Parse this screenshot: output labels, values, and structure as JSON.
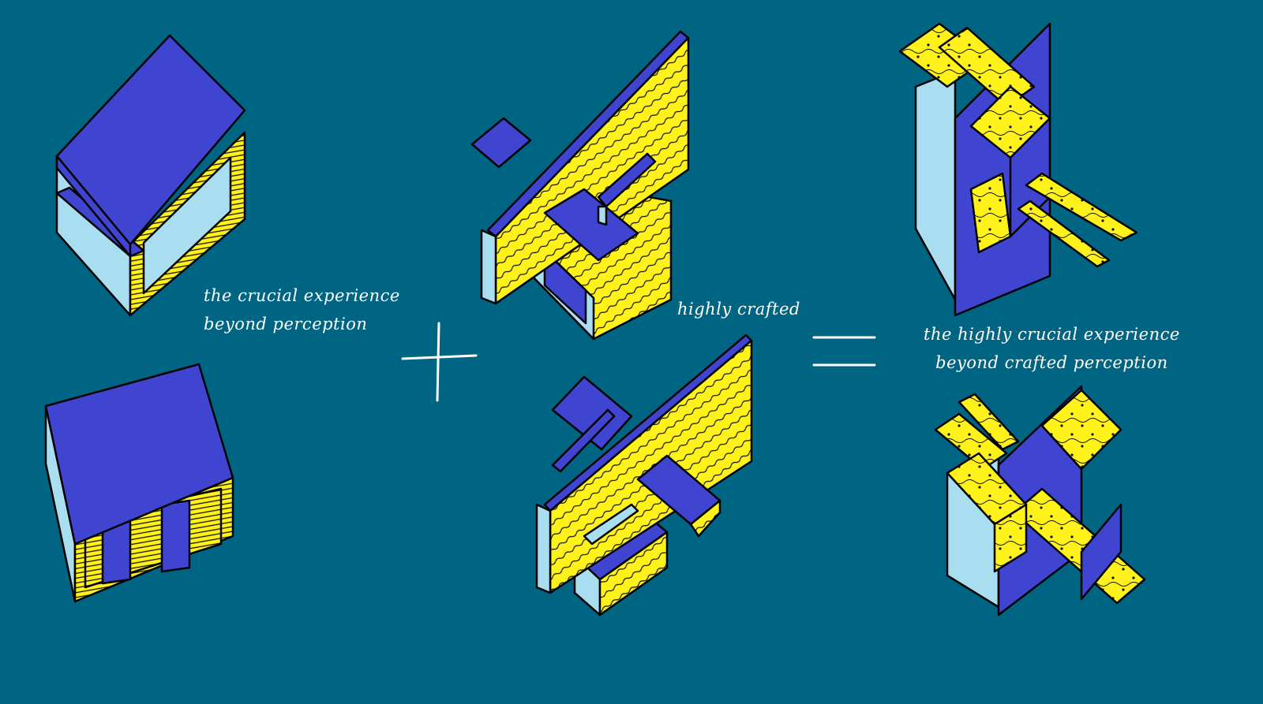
{
  "captions": {
    "left": {
      "line1": "the crucial experience",
      "line2": "beyond perception"
    },
    "middle": {
      "line1": "highly crafted"
    },
    "right": {
      "line1": "the highly crucial experience",
      "line2": "beyond crafted perception"
    }
  },
  "operators": {
    "plus": "+",
    "equals": "="
  },
  "colors": {
    "background": "#006582",
    "blue": "#3f45d0",
    "light_blue": "#a9def0",
    "yellow": "#fff21a",
    "outline": "#000000",
    "text": "#ffffff"
  }
}
